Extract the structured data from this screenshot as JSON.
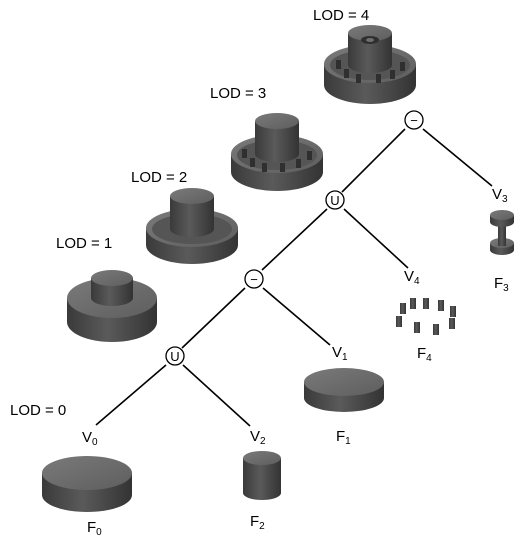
{
  "lod_labels": {
    "lod0": "LOD = 0",
    "lod1": "LOD = 1",
    "lod2": "LOD = 2",
    "lod3": "LOD = 3",
    "lod4": "LOD = 4"
  },
  "operators": {
    "root": "−",
    "union_upper": "U",
    "diff_middle": "−",
    "union_lower": "U"
  },
  "nodes": {
    "v0": {
      "base": "V",
      "sub": "0"
    },
    "v1": {
      "base": "V",
      "sub": "1"
    },
    "v2": {
      "base": "V",
      "sub": "2"
    },
    "v3": {
      "base": "V",
      "sub": "3"
    },
    "v4": {
      "base": "V",
      "sub": "4"
    },
    "f0": {
      "base": "F",
      "sub": "0"
    },
    "f1": {
      "base": "F",
      "sub": "1"
    },
    "f2": {
      "base": "F",
      "sub": "2"
    },
    "f3": {
      "base": "F",
      "sub": "3"
    },
    "f4": {
      "base": "F",
      "sub": "4"
    }
  },
  "colors": {
    "solid_side": "#4a4a4a",
    "solid_top": "#6e6e6e",
    "solid_dark": "#2f2f2f",
    "line": "#000000"
  }
}
